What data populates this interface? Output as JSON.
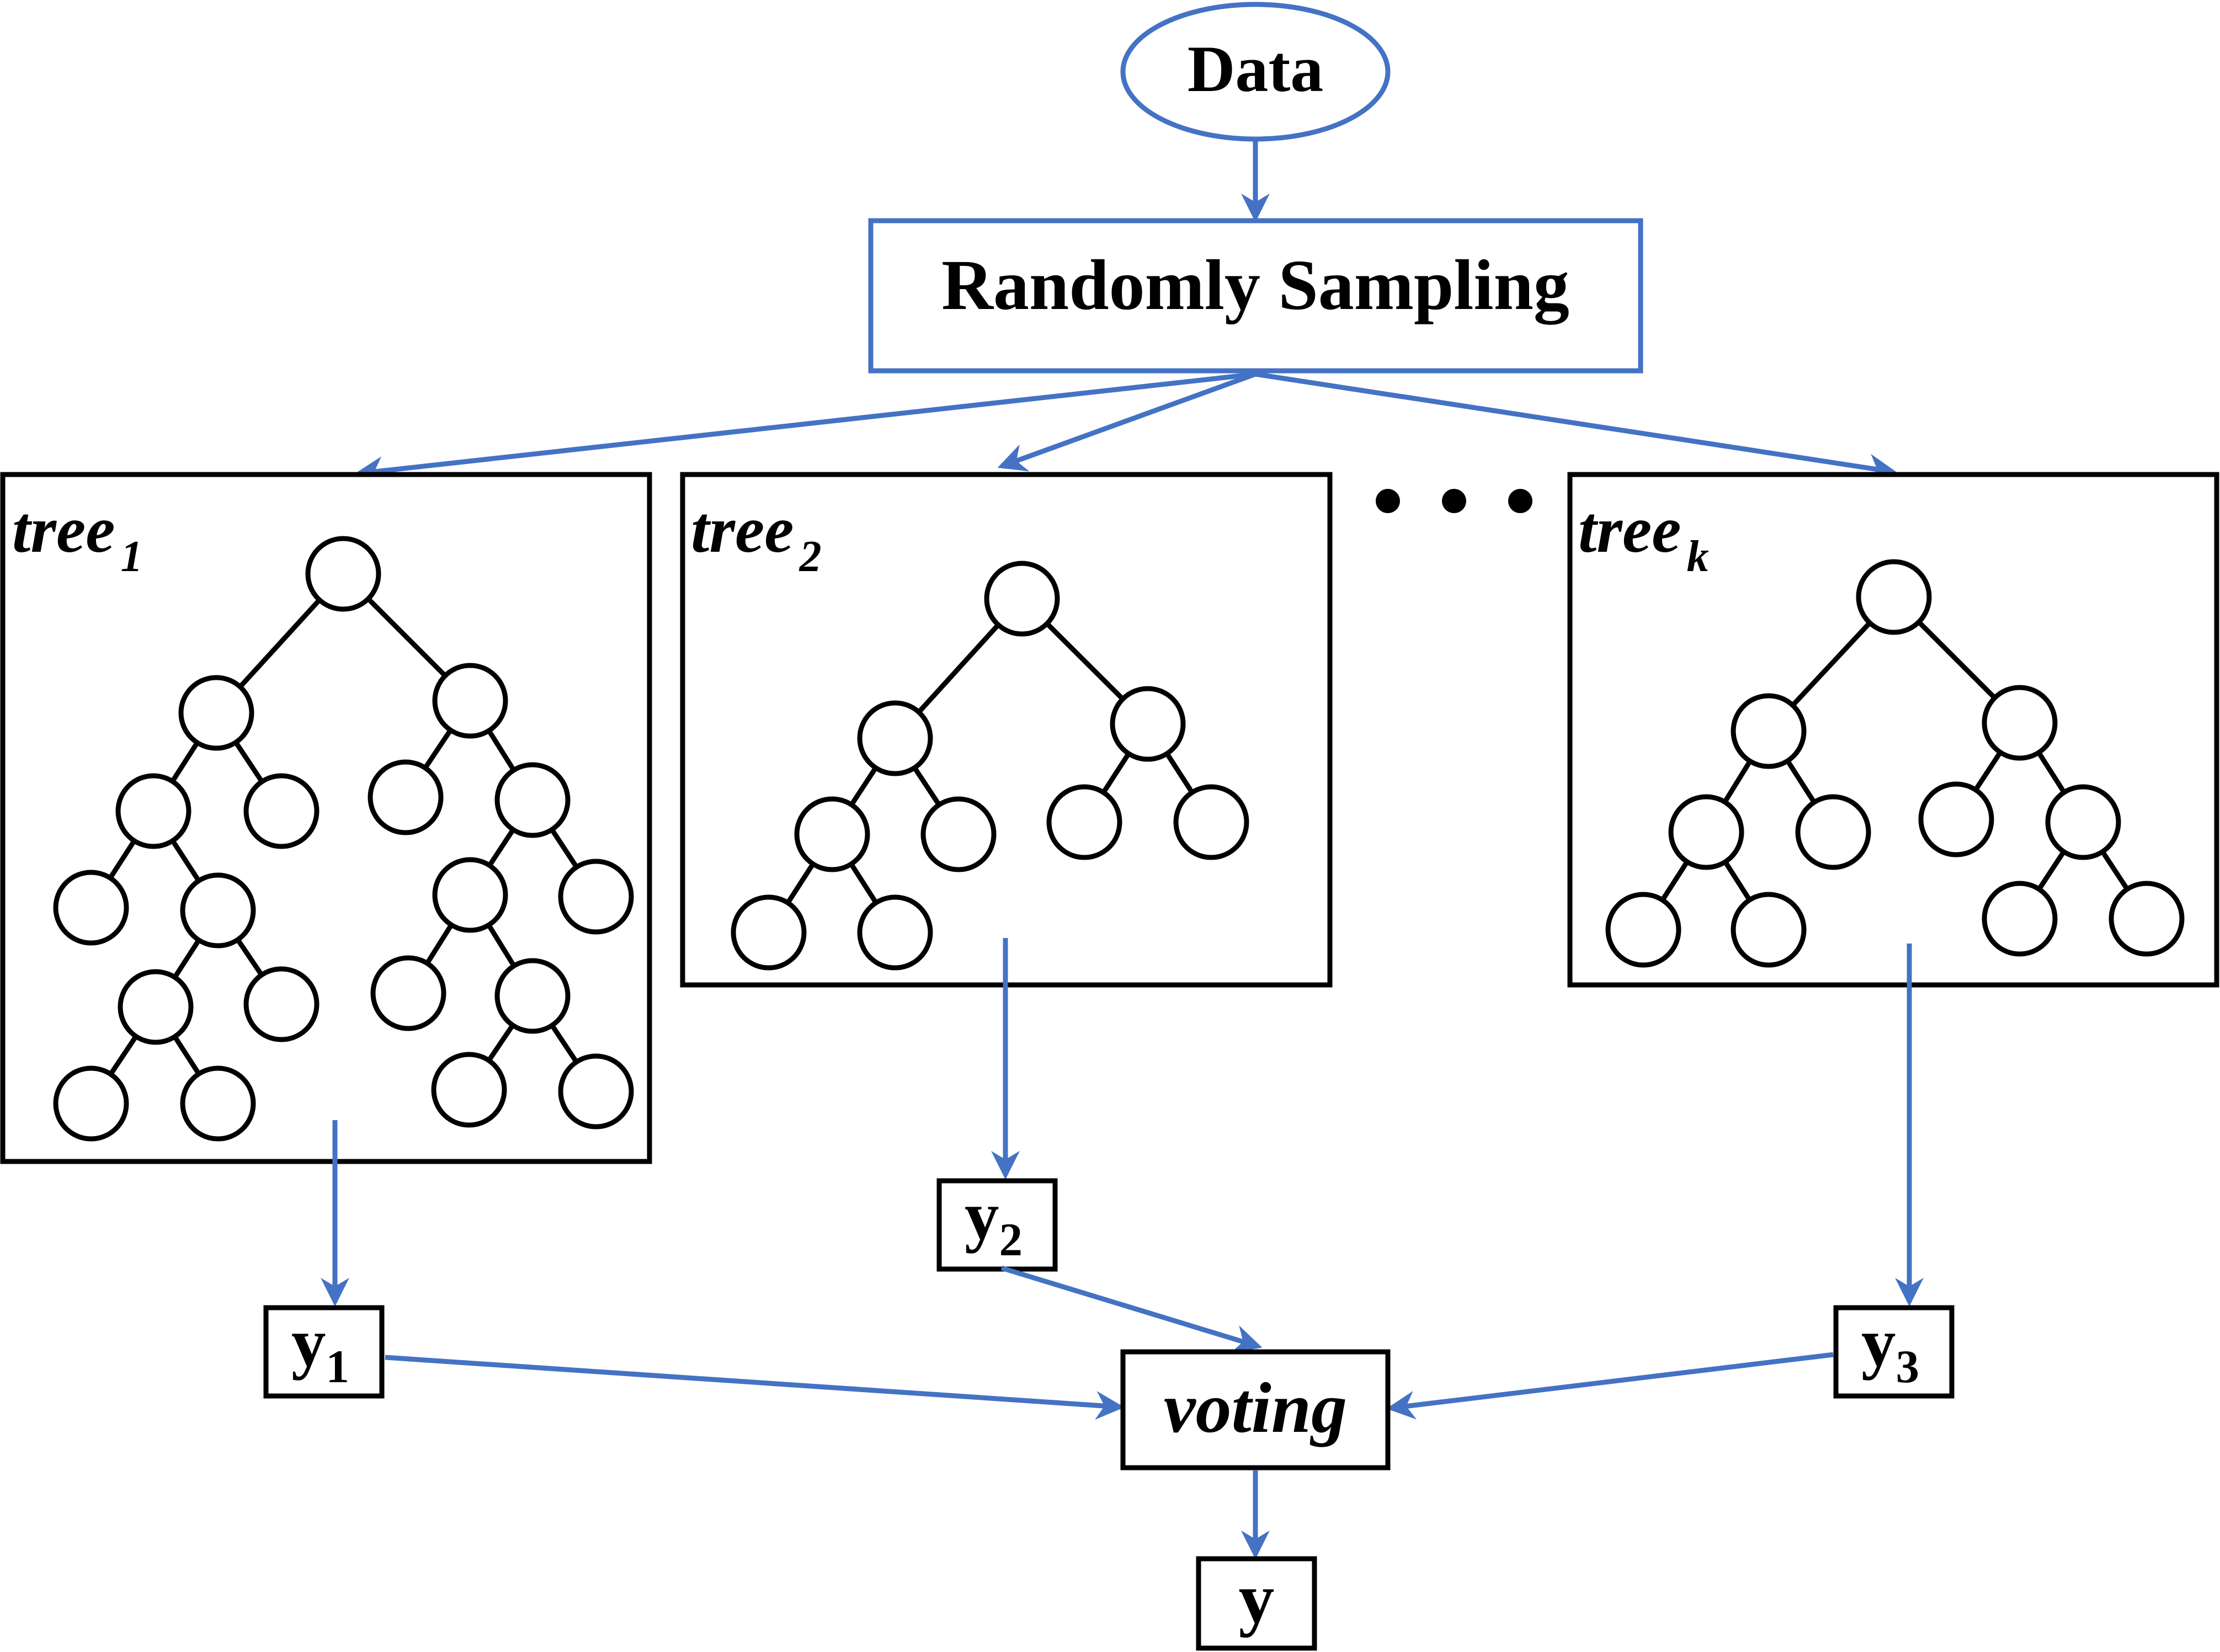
{
  "colors": {
    "accent": "#4472C4",
    "stroke": "#000000",
    "background": "#FFFFFF"
  },
  "nodes": {
    "data": "Data",
    "sampling": "Randomly Sampling",
    "voting": "voting",
    "output": "y",
    "ellipsis": "• • •"
  },
  "trees": [
    {
      "name": "tree",
      "subscript": "1"
    },
    {
      "name": "tree",
      "subscript": "2"
    },
    {
      "name": "tree",
      "subscript": "k"
    }
  ],
  "predictions": [
    {
      "label": "y",
      "subscript": "1"
    },
    {
      "label": "y",
      "subscript": "2"
    },
    {
      "label": "y",
      "subscript": "3"
    }
  ]
}
